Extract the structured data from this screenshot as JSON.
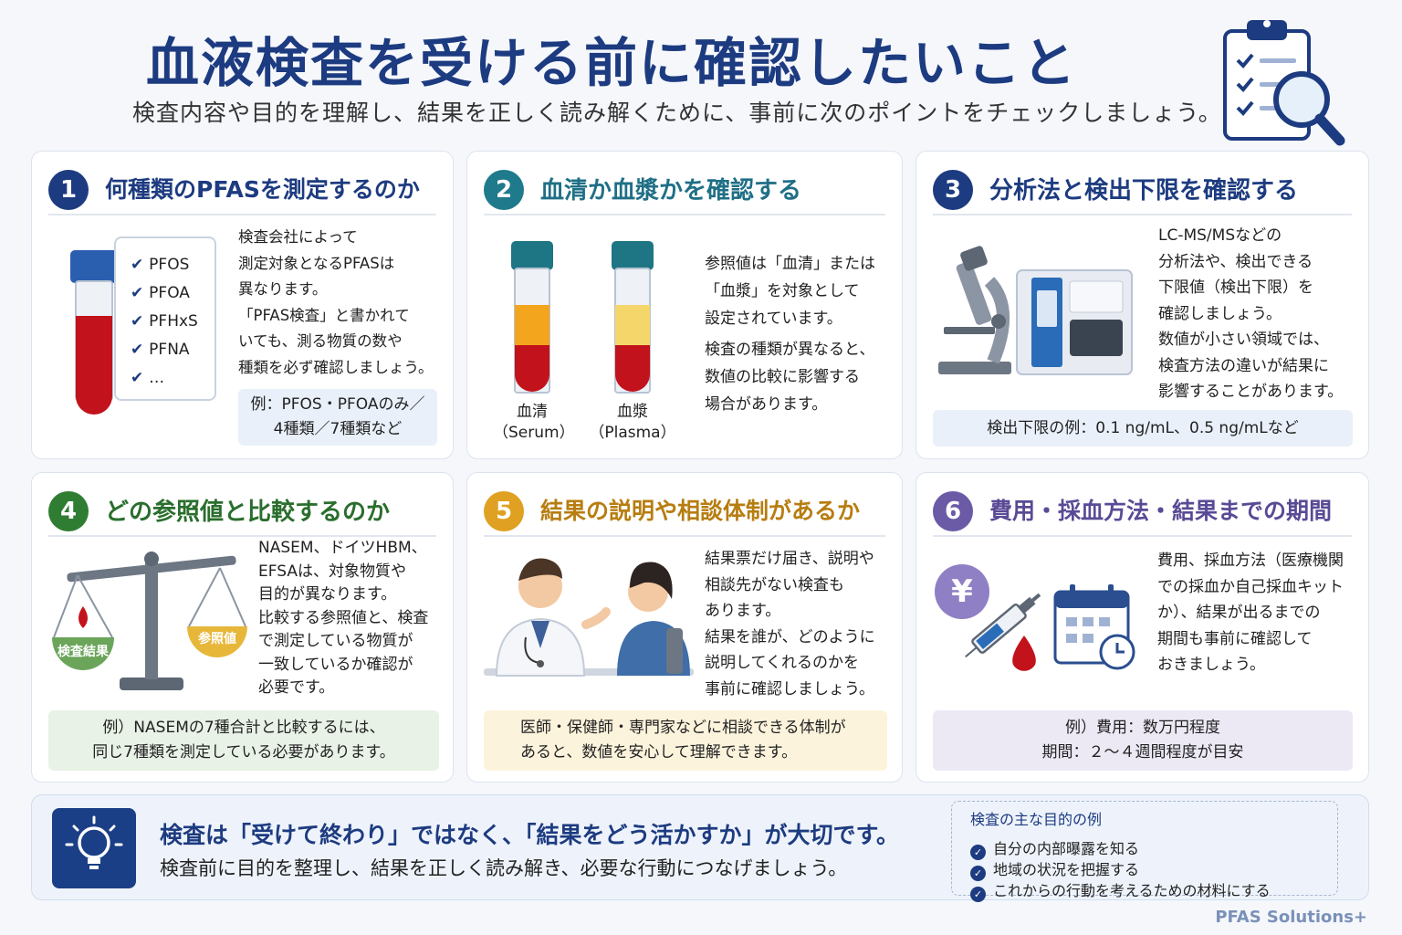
{
  "header": {
    "title": "血液検査を受ける前に確認したいこと",
    "subtitle": "検査内容や目的を理解し、結果を正しく読み解くために、事前に次のポイントをチェックしましょう。"
  },
  "colors": {
    "navy": "#1d3b80",
    "teal": "#1f7a8c",
    "green": "#2f7d32",
    "gold": "#e0a021",
    "purple": "#6b5aa6",
    "blood": "#c2121b"
  },
  "cards": [
    {
      "num": "1",
      "title": "何種類のPFASを測定するのか",
      "checklist": [
        "PFOS",
        "PFOA",
        "PFHxS",
        "PFNA",
        "…"
      ],
      "body": [
        "検査会社によって",
        "測定対象となるPFASは",
        "異なります。",
        "「PFAS検査」と書かれて",
        "いても、測る物質の数や",
        "種類を必ず確認しましょう。"
      ],
      "note": [
        "例：PFOS・PFOAのみ／",
        "4種類／7種類など"
      ]
    },
    {
      "num": "2",
      "title": "血清か血漿かを確認する",
      "tube1": [
        "血清",
        "（Serum）"
      ],
      "tube2": [
        "血漿",
        "（Plasma）"
      ],
      "body1": [
        "参照値は「血清」または",
        "「血漿」を対象として",
        "設定されています。"
      ],
      "body2": [
        "検査の種類が異なると、",
        "数値の比較に影響する",
        "場合があります。"
      ]
    },
    {
      "num": "3",
      "title": "分析法と検出下限を確認する",
      "body": [
        "LC-MS/MSなどの",
        "分析法や、検出できる",
        "下限値（検出下限）を",
        "確認しましょう。",
        "数値が小さい領域では、",
        "検査方法の違いが結果に",
        "影響することがあります。"
      ],
      "note": [
        "検出下限の例：0.1 ng/mL、0.5 ng/mLなど"
      ]
    },
    {
      "num": "4",
      "title": "どの参照値と比較するのか",
      "scale_left": "検査結果",
      "scale_right": "参照値",
      "body": [
        "NASEM、ドイツHBM、",
        "EFSAは、対象物質や",
        "目的が異なります。",
        "比較する参照値と、検査",
        "で測定している物質が",
        "一致しているか確認が",
        "必要です。"
      ],
      "note": [
        "例）NASEMの7種合計と比較するには、",
        "同じ7種類を測定している必要があります。"
      ]
    },
    {
      "num": "5",
      "title": "結果の説明や相談体制があるか",
      "body": [
        "結果票だけ届き、説明や",
        "相談先がない検査も",
        "あります。",
        "結果を誰が、どのように",
        "説明してくれるのかを",
        "事前に確認しましょう。"
      ],
      "note": [
        "医師・保健師・専門家などに相談できる体制が",
        "あると、数値を安心して理解できます。"
      ]
    },
    {
      "num": "6",
      "title": "費用・採血方法・結果までの期間",
      "yen": "¥",
      "body": [
        "費用、採血方法（医療機関",
        "での採血か自己採血キット",
        "か）、結果が出るまでの",
        "期間も事前に確認して",
        "おきましょう。"
      ],
      "note": [
        "例）費用：数万円程度",
        "期間：２～４週間程度が目安"
      ]
    }
  ],
  "footer": {
    "main": "検査は「受けて終わり」ではなく、「結果をどう活かすか」が大切です。",
    "sub": "検査前に目的を整理し、結果を正しく読み解き、必要な行動につなげましょう。",
    "purpose_title": "検査の主な目的の例",
    "purposes": [
      "自分の内部曝露を知る",
      "地域の状況を把握する",
      "これからの行動を考えるための材料にする"
    ]
  },
  "brand": "PFAS Solutions+"
}
